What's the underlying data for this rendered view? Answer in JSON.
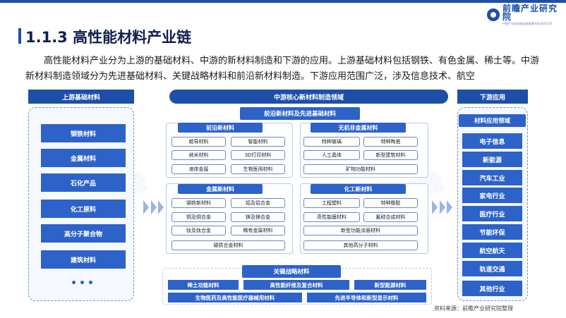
{
  "header": {
    "title": "1.1.3 高性能材料产业链",
    "logo_name": "前瞻产业研究院",
    "logo_sub": "中国产业咨询领导者|股票代码:833159"
  },
  "intro": "高性能材料产业分为上游的基础材料、中游的新材料制造和下游的应用。上游基础材料包括钢铁、有色金属、稀土等。中游新材料制造领域分为先进基础材料、关键战略材料和前沿新材料制造。下游应用范围广泛，涉及信息技术、航空",
  "upstream": {
    "heading": "上游基础材料",
    "items": [
      "钢铁材料",
      "金属材料",
      "石化产品",
      "化工原料",
      "高分子聚合物",
      "建筑材料"
    ],
    "more": "•••"
  },
  "midstream": {
    "heading": "中游核心新材料制造领域",
    "group1_heading": "前沿新材料及先进基础材料",
    "frontier": {
      "heading": "前沿新材料",
      "items": [
        "超导材料",
        "智能材料",
        "纳米材料",
        "3D打印材料",
        "液体金属",
        "生物医用材料"
      ]
    },
    "inorganic": {
      "heading": "无机非金属材料",
      "items": [
        "特种玻璃",
        "特种陶瓷",
        "人工晶体",
        "新型建筑材料",
        "矿物功能材料"
      ]
    },
    "metal": {
      "heading": "金属新材料",
      "items": [
        "钢铁新材料",
        "铝及铝合金",
        "铜及铜合金",
        "镁及镁合金",
        "钛及钛合金",
        "稀有金属材料",
        "硬质合金材料"
      ]
    },
    "chemical": {
      "heading": "化工新材料",
      "items": [
        "工程塑料",
        "特种橡胶",
        "高性能膜材料",
        "氟硅合成材料",
        "新型功能涂层材料",
        "其他高分子材料"
      ]
    },
    "strategic": {
      "heading": "关键战略材料",
      "items": [
        "稀土功能材料",
        "高性能纤维及复合材料",
        "新型能源材料",
        "生物医药及高性能医疗器械用材料",
        "先进半导体和新型显示材料"
      ]
    }
  },
  "downstream": {
    "heading": "下游应用",
    "sub_heading": "材料应用领域",
    "items": [
      "电子信息",
      "新能源",
      "汽车工业",
      "家电行业",
      "医疗行业",
      "节能环保",
      "航空航天",
      "轨道交通",
      "其他行业"
    ]
  },
  "source": "资料来源：前瞻产业研究院整理",
  "colors": {
    "primary": "#1e4fa8",
    "accent": "#2d62c9",
    "panel": "#f5f8fe"
  }
}
